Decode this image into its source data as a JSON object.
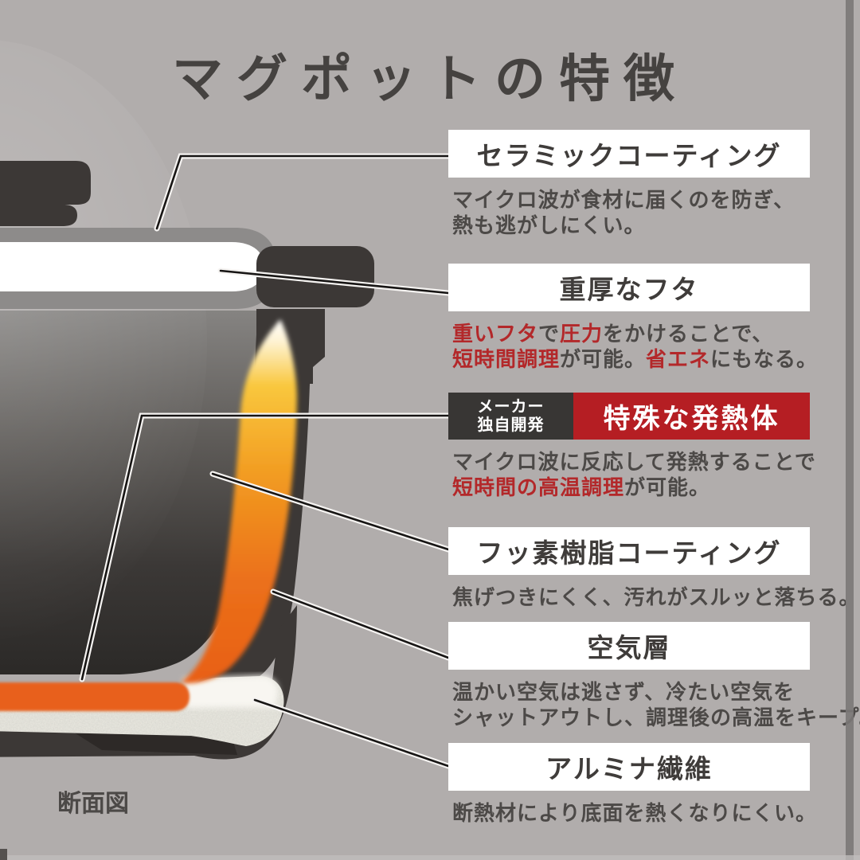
{
  "title": "マグポットの特徴",
  "corner_label": "断面図",
  "features": [
    {
      "id": "ceramic-coating",
      "label": "セラミックコーティング",
      "desc": [
        [
          {
            "t": "マイクロ波が食材に届くのを防ぎ、"
          }
        ],
        [
          {
            "t": "熱も逃がしにくい。"
          }
        ]
      ]
    },
    {
      "id": "heavy-lid",
      "label": "重厚なフタ",
      "desc": [
        [
          {
            "t": "重いフタ",
            "red": true
          },
          {
            "t": "で"
          },
          {
            "t": "圧力",
            "red": true
          },
          {
            "t": "をかけることで、"
          }
        ],
        [
          {
            "t": "短時間調理",
            "red": true
          },
          {
            "t": "が可能。"
          },
          {
            "t": "省エネ",
            "red": true
          },
          {
            "t": "にもなる。"
          }
        ]
      ]
    },
    {
      "id": "special-heater",
      "badge_lines": [
        "メーカー",
        "独自開発"
      ],
      "label": "特殊な発熱体",
      "desc": [
        [
          {
            "t": "マイクロ波に反応して発熱することで"
          }
        ],
        [
          {
            "t": "短時間の高温調理",
            "red": true
          },
          {
            "t": "が可能。"
          }
        ]
      ]
    },
    {
      "id": "fluorine-coating",
      "label": "フッ素樹脂コーティング",
      "desc": [
        [
          {
            "t": "焦げつきにくく、汚れがスルッと落ちる。"
          }
        ]
      ]
    },
    {
      "id": "air-layer",
      "label": "空気層",
      "desc": [
        [
          {
            "t": "温かい空気は逃さず、冷たい空気を"
          }
        ],
        [
          {
            "t": "シャットアウトし、調理後の高温をキープ。"
          }
        ]
      ]
    },
    {
      "id": "alumina-fiber",
      "label": "アルミナ繊維",
      "desc": [
        [
          {
            "t": "断熱材により底面を熱くなりにくい。"
          }
        ]
      ]
    }
  ],
  "colors": {
    "background": "#b1adac",
    "title_text": "#454240",
    "body_text": "#4c4947",
    "accent_red": "#b3282a",
    "heater_red": "#b51e23",
    "badge_black": "#383634",
    "box_white": "#ffffff",
    "pot_dark": "#3c3836",
    "lid_gray": "#8d8b8a",
    "heat_orange": "#e8611a",
    "insulation_beige": "#eae9e1"
  }
}
